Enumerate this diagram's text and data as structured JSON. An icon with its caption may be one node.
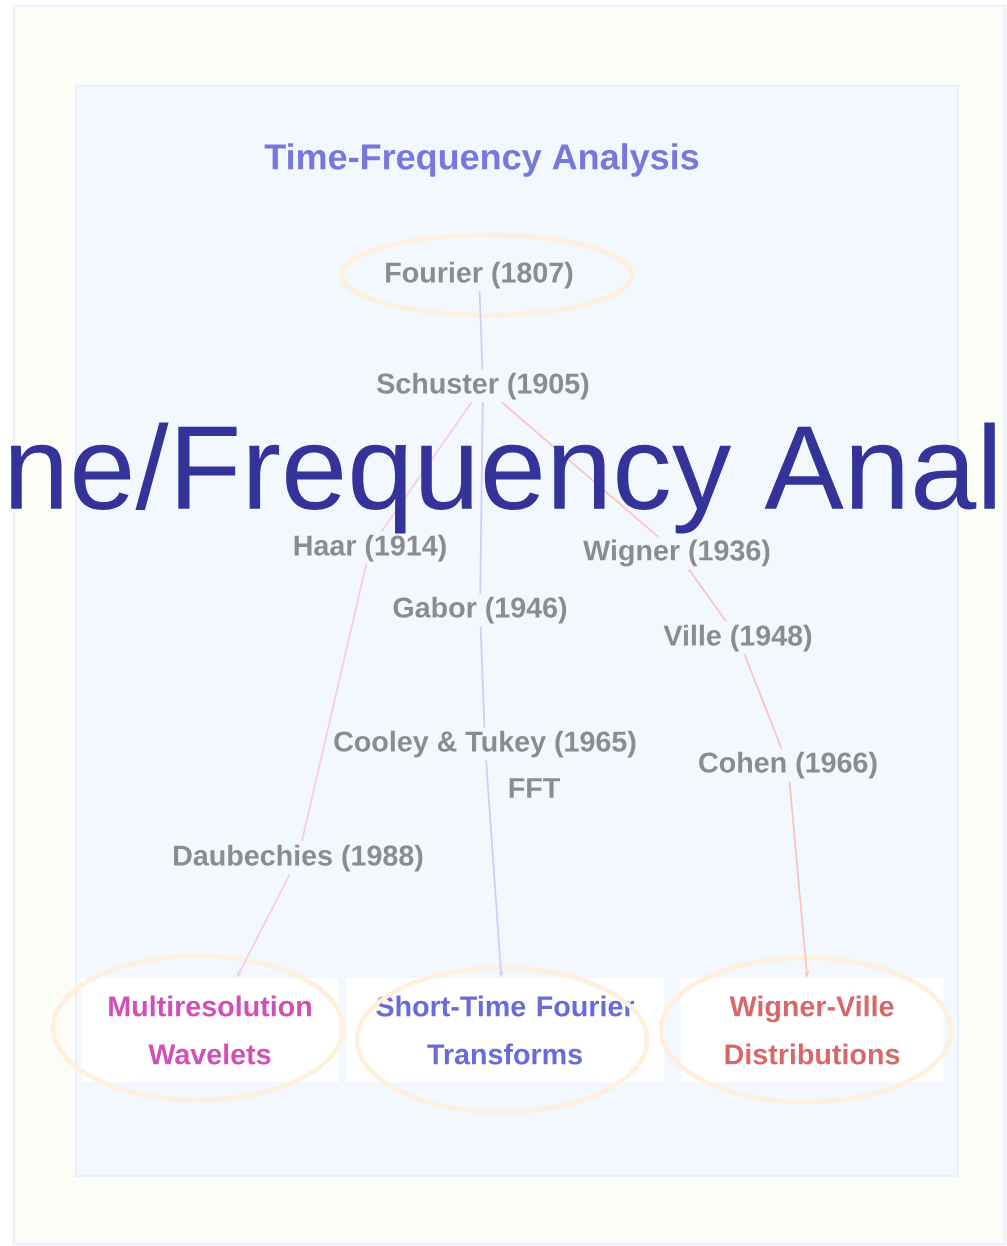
{
  "diagram": {
    "title": "Time-Frequency Analysis",
    "nodes": [
      {
        "text": [
          "Fourier (1807)"
        ]
      },
      {
        "text": [
          "Schuster (1905)"
        ]
      },
      {
        "text": [
          "Haar (1914)"
        ]
      },
      {
        "text": [
          "Wigner (1936)"
        ]
      },
      {
        "text": [
          "Gabor (1946)"
        ]
      },
      {
        "text": [
          "Ville (1948)"
        ]
      },
      {
        "text": [
          "Cooley & Tukey (1965)"
        ],
        "beside": [
          "FFT"
        ]
      },
      {
        "text": [
          "Cohen (1966)"
        ]
      },
      {
        "text": [
          "Daubechies (1988)"
        ]
      },
      {
        "text": [
          "Multiresolution Wavelets"
        ]
      },
      {
        "text": [
          "Short-Time Fourier Transforms"
        ]
      },
      {
        "text": [
          "Wigner-Ville Distributions"
        ]
      }
    ],
    "edges": [
      {
        "from": 0,
        "to": 1,
        "arrow": "none",
        "color": "#cdcdf8"
      },
      {
        "from": 1,
        "to": 2,
        "arrow": "none",
        "color": "#f8c8f0"
      },
      {
        "from": 2,
        "to": 8,
        "arrow": "none",
        "color": "#f8c8f0"
      },
      {
        "from": 1,
        "to": 4,
        "arrow": "none",
        "color": "#cdcdf8"
      },
      {
        "from": 4,
        "to": 6,
        "arrow": "none",
        "color": "#cdcdf8"
      },
      {
        "from": 6,
        "to": 10,
        "arrow": "to",
        "color": "#cdcdf8"
      },
      {
        "from": 1,
        "to": 3,
        "arrow": "none",
        "color": "#f8c4bc"
      },
      {
        "from": 3,
        "to": 5,
        "arrow": "none",
        "color": "#f8c4bc"
      },
      {
        "from": 5,
        "to": 7,
        "arrow": "none",
        "color": "#f8c4bc"
      },
      {
        "from": 7,
        "to": 11,
        "arrow": "to",
        "color": "#f8c4bc"
      },
      {
        "from": 8,
        "to": 9,
        "arrow": "to",
        "color": "#f8c8f0"
      }
    ],
    "labels": [
      "ne/Frequency Anal"
    ]
  }
}
